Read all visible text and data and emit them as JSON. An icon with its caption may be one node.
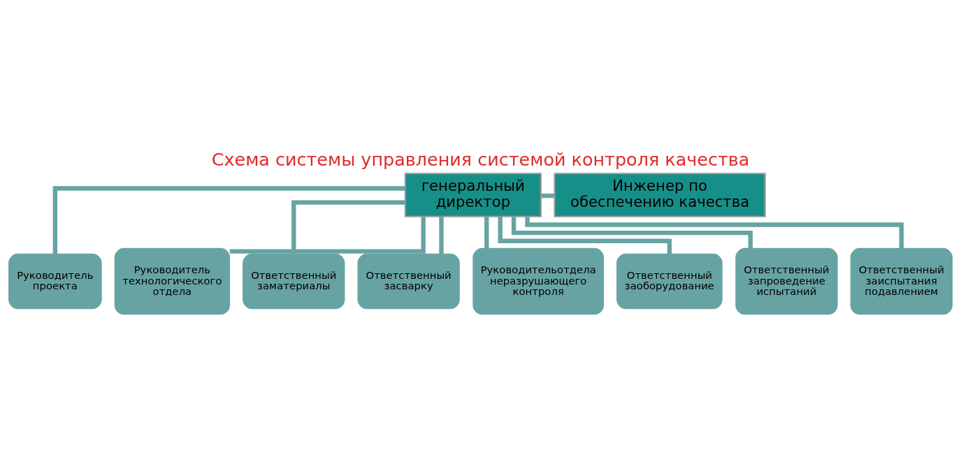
{
  "diagram": {
    "title": "Схема системы управления системой контроля качества",
    "nodes": [
      {
        "text": [
          "генеральный директор"
        ]
      },
      {
        "text": [
          "Инженер по обеспечению качества"
        ]
      },
      {
        "text": [
          "Руководитель проекта"
        ]
      },
      {
        "text": [
          "Руководитель технологического отдела"
        ]
      },
      {
        "text": [
          "Ответственный заматериалы"
        ]
      },
      {
        "text": [
          "Ответственный засварку"
        ]
      },
      {
        "text": [
          "Руководительотдела неразрушающего контроля"
        ]
      },
      {
        "text": [
          "Ответственный заоборудование"
        ]
      },
      {
        "text": [
          "Ответственный запроведение испытаний"
        ]
      },
      {
        "text": [
          "Ответственный заиспытания подавлением"
        ]
      }
    ],
    "edges": [
      {
        "from": 0,
        "to": 1,
        "arrow": "none"
      },
      {
        "from": 0,
        "to": 2,
        "arrow": "none"
      },
      {
        "from": 0,
        "to": 3,
        "arrow": "none"
      },
      {
        "from": 0,
        "to": 4,
        "arrow": "none"
      },
      {
        "from": 0,
        "to": 5,
        "arrow": "none"
      },
      {
        "from": 0,
        "to": 6,
        "arrow": "none"
      },
      {
        "from": 0,
        "to": 7,
        "arrow": "none"
      },
      {
        "from": 0,
        "to": 8,
        "arrow": "none"
      },
      {
        "from": 0,
        "to": 9,
        "arrow": "none"
      }
    ]
  }
}
